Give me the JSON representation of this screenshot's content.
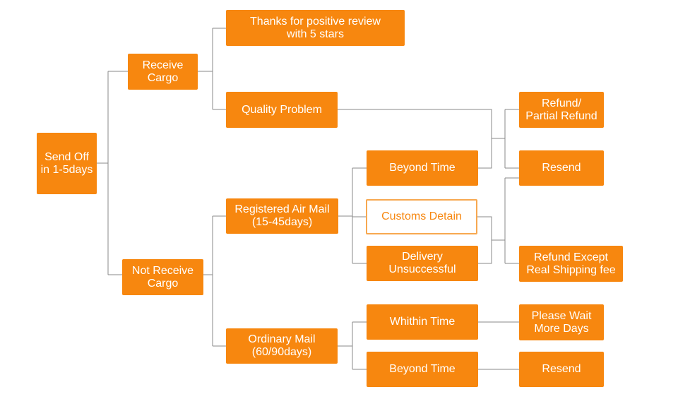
{
  "accent": "#f7870f",
  "line_color": "#8a8a8a",
  "nodes": {
    "send_off": "Send Off\nin 1-5days",
    "receive_cargo": "Receive\nCargo",
    "not_receive_cargo": "Not Receive\nCargo",
    "thanks_review": "Thanks for positive review\nwith 5 stars",
    "quality_problem": "Quality Problem",
    "registered_air_mail": "Registered Air Mail\n(15-45days)",
    "ordinary_mail": "Ordinary Mail\n(60/90days)",
    "beyond_time_registered": "Beyond Time",
    "customs_detain": "Customs Detain",
    "delivery_unsuccessful": "Delivery\nUnsuccessful",
    "within_time": "Whithin Time",
    "beyond_time_ordinary": "Beyond Time",
    "refund_partial": "Refund/\nPartial Refund",
    "resend_top": "Resend",
    "refund_except": "Refund Except\nReal Shipping fee",
    "please_wait": "Please Wait\nMore Days",
    "resend_bottom": "Resend"
  }
}
